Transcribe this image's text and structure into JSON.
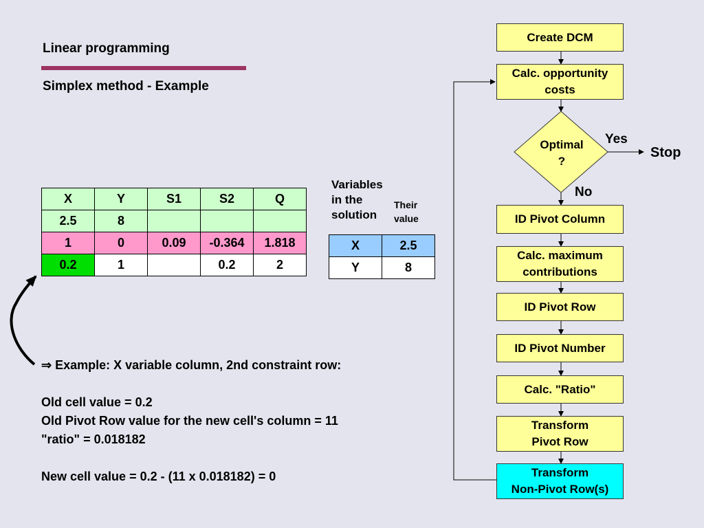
{
  "header": {
    "title": "Linear programming",
    "subtitle": "Simplex method - Example"
  },
  "tableau": {
    "headers": [
      "X",
      "Y",
      "S1",
      "S2",
      "Q"
    ],
    "row2": [
      "2.5",
      "8",
      "",
      "",
      ""
    ],
    "pivot_row": [
      "1",
      "0",
      "0.09",
      "-0.364",
      "1.818"
    ],
    "row4": [
      "0.2",
      "1",
      "",
      "0.2",
      "2"
    ]
  },
  "solution": {
    "variables_header": "Variables in the solution",
    "value_header": "Their value",
    "rows": [
      {
        "variable": "X",
        "value": "2.5"
      },
      {
        "variable": "Y",
        "value": "8"
      }
    ]
  },
  "explanation": {
    "line1": "⇒ Example: X variable column, 2nd constraint row:",
    "line2": "Old cell value = 0.2",
    "line3": "Old Pivot Row value for the new cell's column = 11",
    "line4": "\"ratio\" = 0.018182",
    "line5": "New cell value = 0.2 - (11 x 0.018182) = 0"
  },
  "flowchart": {
    "create_dcm": "Create DCM",
    "calc_opp_1": "Calc. opportunity",
    "calc_opp_2": "costs",
    "optimal_1": "Optimal",
    "optimal_2": "?",
    "yes": "Yes",
    "no": "No",
    "stop": "Stop",
    "id_pivot_column": "ID Pivot Column",
    "calc_max_1": "Calc. maximum",
    "calc_max_2": "contributions",
    "id_pivot_row": "ID Pivot Row",
    "id_pivot_number": "ID Pivot Number",
    "calc_ratio": "Calc. \"Ratio\"",
    "transform_pivot_1": "Transform",
    "transform_pivot_2": "Pivot Row",
    "transform_non_1": "Transform",
    "transform_non_2": "Non-Pivot Row(s)"
  },
  "colors": {
    "accent_rule": "#9c3464",
    "background": "#e4e4ee",
    "box_yellow": "#ffff99",
    "box_cyan": "#00ffff",
    "cell_green": "#ccffcc",
    "cell_pink": "#ff99cc",
    "cell_bright_green": "#00dd00",
    "cell_blue": "#99ccff"
  }
}
